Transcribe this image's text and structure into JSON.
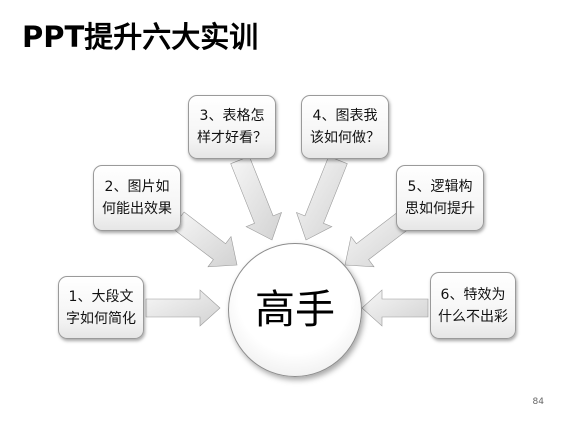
{
  "title": "PPT提升六大实训",
  "center": {
    "label": "高手"
  },
  "topics": [
    {
      "id": "1",
      "label": "1、大段文\n字如何简化"
    },
    {
      "id": "2",
      "label": "2、图片如\n何能出效果"
    },
    {
      "id": "3",
      "label": "3、表格怎\n样才好看？"
    },
    {
      "id": "4",
      "label": "4、图表我\n该如何做？"
    },
    {
      "id": "5",
      "label": "5、逻辑构\n思如何提升"
    },
    {
      "id": "6",
      "label": "6、特效为\n什么不出彩"
    }
  ],
  "page_number": "84",
  "colors": {
    "arrow_fill": "#e4e4e4",
    "border": "#9a9a9a",
    "text": "#111111"
  }
}
